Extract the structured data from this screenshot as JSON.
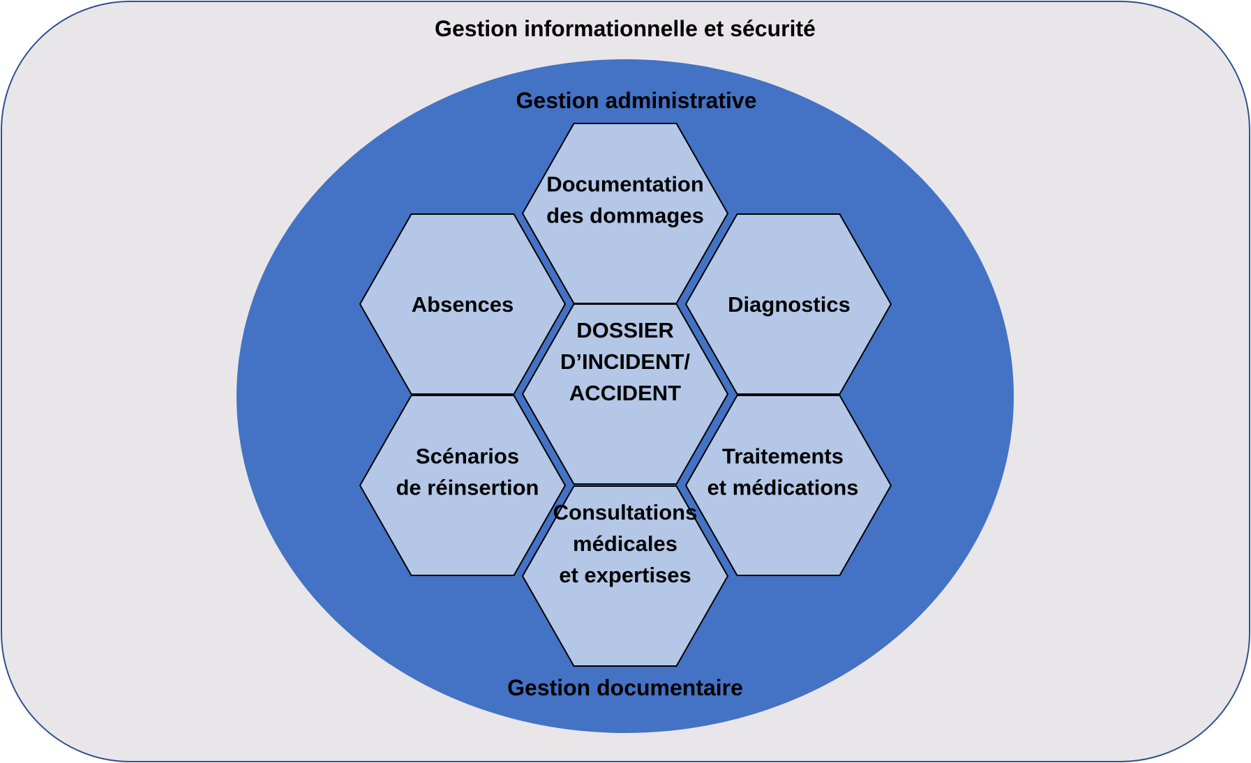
{
  "colors": {
    "outer_fill": "#e8e6e8",
    "outer_stroke": "#2f4f8f",
    "ellipse_fill": "#4472c4",
    "hex_fill": "#b4c7e7",
    "hex_stroke": "#000000",
    "text": "#000000"
  },
  "outer": {
    "title": "Gestion informationnelle et sécurité"
  },
  "ellipse": {
    "top_label": "Gestion administrative",
    "bottom_label": "Gestion documentaire"
  },
  "hexagons": [
    {
      "id": "center",
      "lines": [
        "DOSSIER",
        "D’INCIDENT/",
        "ACCIDENT"
      ]
    },
    {
      "id": "top",
      "lines": [
        "Documentation",
        "des dommages"
      ]
    },
    {
      "id": "upper-left",
      "lines": [
        "Absences"
      ]
    },
    {
      "id": "upper-right",
      "lines": [
        "Diagnostics"
      ]
    },
    {
      "id": "lower-left",
      "lines": [
        "Scénarios",
        "de réinsertion"
      ]
    },
    {
      "id": "lower-right",
      "lines": [
        "Traitements",
        "et médications"
      ]
    },
    {
      "id": "bottom",
      "lines": [
        "Consultations",
        "médicales",
        "et expertises"
      ]
    }
  ]
}
